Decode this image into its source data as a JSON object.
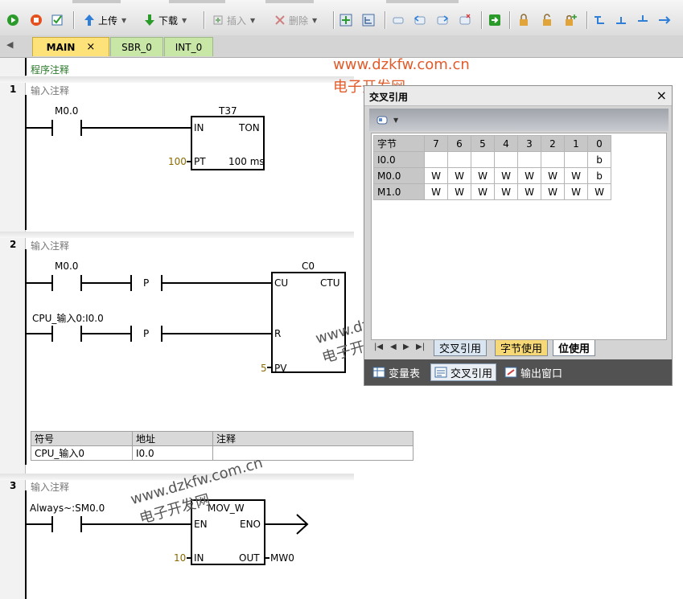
{
  "toolbar": {
    "upload_label": "上传",
    "download_label": "下载",
    "insert_label": "插入",
    "delete_label": "删除"
  },
  "tabs": [
    {
      "label": "MAIN",
      "close": "×"
    },
    {
      "label": "SBR_0"
    },
    {
      "label": "INT_0"
    }
  ],
  "program_comment": "程序注释",
  "watermark": {
    "site": "www.dzkfw.com.cn",
    "name": "电子开发网"
  },
  "networks": [
    {
      "number": "1",
      "comment": "输入注释",
      "contact": "M0.0",
      "box_name": "T37",
      "box_type": "TON",
      "pin_in": "IN",
      "pin_pt": "PT",
      "pt_value": "100",
      "time_base": "100 ms"
    },
    {
      "number": "2",
      "comment": "输入注释",
      "contact1": "M0.0",
      "contact2": "CPU_输入0:I0.0",
      "p1": "P",
      "p2": "P",
      "box_name": "C0",
      "box_type": "CTU",
      "pin_cu": "CU",
      "pin_r": "R",
      "pin_pv": "PV",
      "pv_value": "5",
      "symbol_table": {
        "headers": [
          "符号",
          "地址",
          "注释"
        ],
        "rows": [
          [
            "CPU_输入0",
            "I0.0",
            ""
          ]
        ]
      }
    },
    {
      "number": "3",
      "comment": "输入注释",
      "contact": "Always~:SM0.0",
      "box_type": "MOV_W",
      "pin_en": "EN",
      "pin_eno": "ENO",
      "pin_in": "IN",
      "pin_out": "OUT",
      "in_value": "10",
      "out_value": "MW0"
    }
  ],
  "xref_window": {
    "title": "交叉引用",
    "close": "×",
    "grid": {
      "header": [
        "字节",
        "7",
        "6",
        "5",
        "4",
        "3",
        "2",
        "1",
        "0"
      ],
      "rows": [
        [
          "I0.0",
          "",
          "",
          "",
          "",
          "",
          "",
          "",
          "b"
        ],
        [
          "M0.0",
          "W",
          "W",
          "W",
          "W",
          "W",
          "W",
          "W",
          "b"
        ],
        [
          "M1.0",
          "W",
          "W",
          "W",
          "W",
          "W",
          "W",
          "W",
          "W"
        ]
      ]
    },
    "sheet_tabs": [
      "交叉引用",
      "字节使用",
      "位使用"
    ],
    "bottom_tabs": [
      "变量表",
      "交叉引用",
      "输出窗口"
    ]
  },
  "colors": {
    "active_tab": "#fde27a",
    "inactive_tab": "#c8e6a5",
    "watermark_red": "#e25b2a",
    "constant": "#8a6a00"
  }
}
